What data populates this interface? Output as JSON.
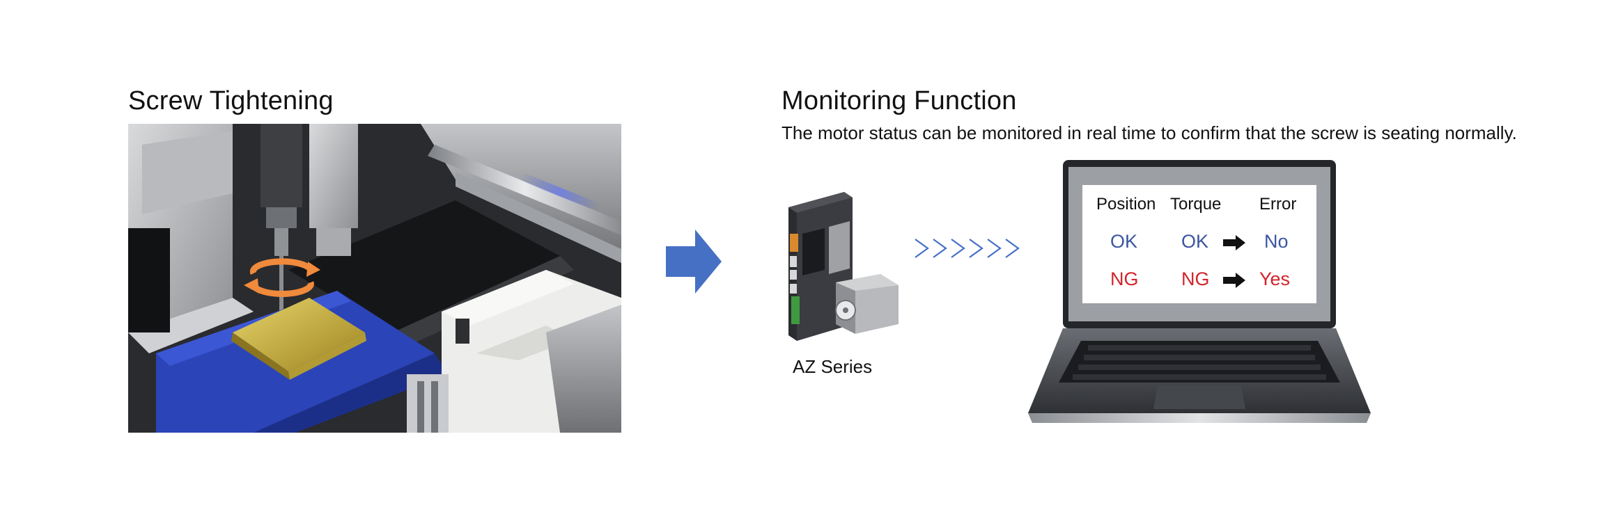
{
  "left_panel": {
    "title": "Screw Tightening"
  },
  "right_panel": {
    "title": "Monitoring Function",
    "description": "The motor status can be monitored in real time to confirm that the screw is seating normally.",
    "driver_caption": "AZ Series",
    "transfer_glyphs": ">>>>>>"
  },
  "monitor_table": {
    "headers": [
      "Position",
      "Torque",
      "Error"
    ],
    "rows": [
      {
        "position": "OK",
        "torque": "OK",
        "error": "No"
      },
      {
        "position": "NG",
        "torque": "NG",
        "error": "Yes"
      }
    ]
  },
  "colors": {
    "accent_blue": "#4570c4",
    "ok_text": "#3c55a0",
    "ng_text": "#d2232a",
    "workpiece_fixture": "#2b44b8",
    "rotation_indicator": "#f08a3c"
  },
  "icons": {
    "process_arrow": "right-arrow-icon",
    "result_arrow": "black-right-arrow-icon"
  }
}
